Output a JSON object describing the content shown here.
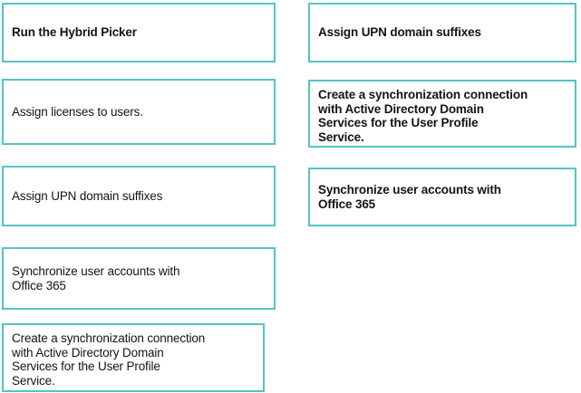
{
  "page": {
    "title": "Drag and drop answer area",
    "background_color": "#ffffff",
    "border_color": "#54c3c6",
    "text_color": "#141414"
  },
  "left_column": {
    "name": "actions-source-column",
    "cards": [
      {
        "id": "left-card-1",
        "label": "Run the Hybrid Picker"
      },
      {
        "id": "left-card-2",
        "label": "Assign licenses to users."
      },
      {
        "id": "left-card-3",
        "label": "Assign UPN domain suffixes"
      },
      {
        "id": "left-card-4",
        "label": "Synchronize user accounts with\nOffice 365"
      },
      {
        "id": "left-card-5",
        "label": "Create a synchronization connection\nwith Active Directory Domain\nServices for the User Profile\nService."
      }
    ]
  },
  "right_column": {
    "name": "answer-target-column",
    "cards": [
      {
        "id": "right-card-1",
        "label": "Assign UPN domain suffixes"
      },
      {
        "id": "right-card-2",
        "label": "Create a synchronization connection\nwith Active Directory Domain\nServices for the User Profile\nService."
      },
      {
        "id": "right-card-3",
        "label": "Synchronize user accounts with\nOffice 365"
      }
    ]
  }
}
